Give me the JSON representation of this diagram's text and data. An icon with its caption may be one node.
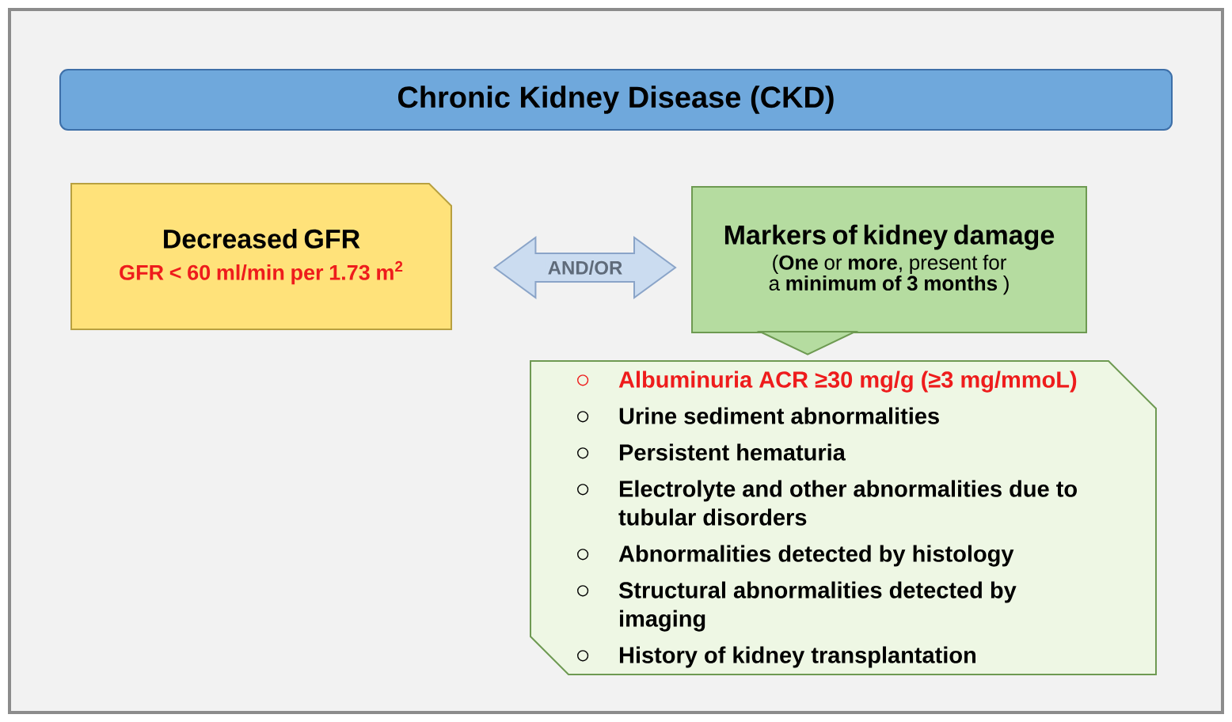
{
  "diagram": {
    "nodes": [
      {
        "text": [
          "Chronic Kidney Disease (CKD)"
        ]
      },
      {
        "text": [
          "Decreased GFR",
          "GFR < 60 ml/min per 1.73 m$^{2}$"
        ]
      },
      {
        "text": [
          "Markers of kidney damage",
          "(**One**  or **more**, present for a **minimum of 3 months** )"
        ]
      },
      {
        "text": [
          "Albuminuria ACR ≥30 mg/g (≥3 mg/mmoL)",
          "Urine sediment abnormalities",
          "Persistent hematuria",
          "Electrolyte and other abnormalities due to tubular disorders",
          "Abnormalities detected by histology",
          "Structural abnormalities detected by imaging",
          "History of kidney transplantation"
        ]
      }
    ],
    "edges": [
      {
        "from": 1,
        "to": 2,
        "arrow": "both",
        "label": "AND/OR"
      },
      {
        "from": 2,
        "to": 3,
        "arrow": "to"
      }
    ]
  }
}
